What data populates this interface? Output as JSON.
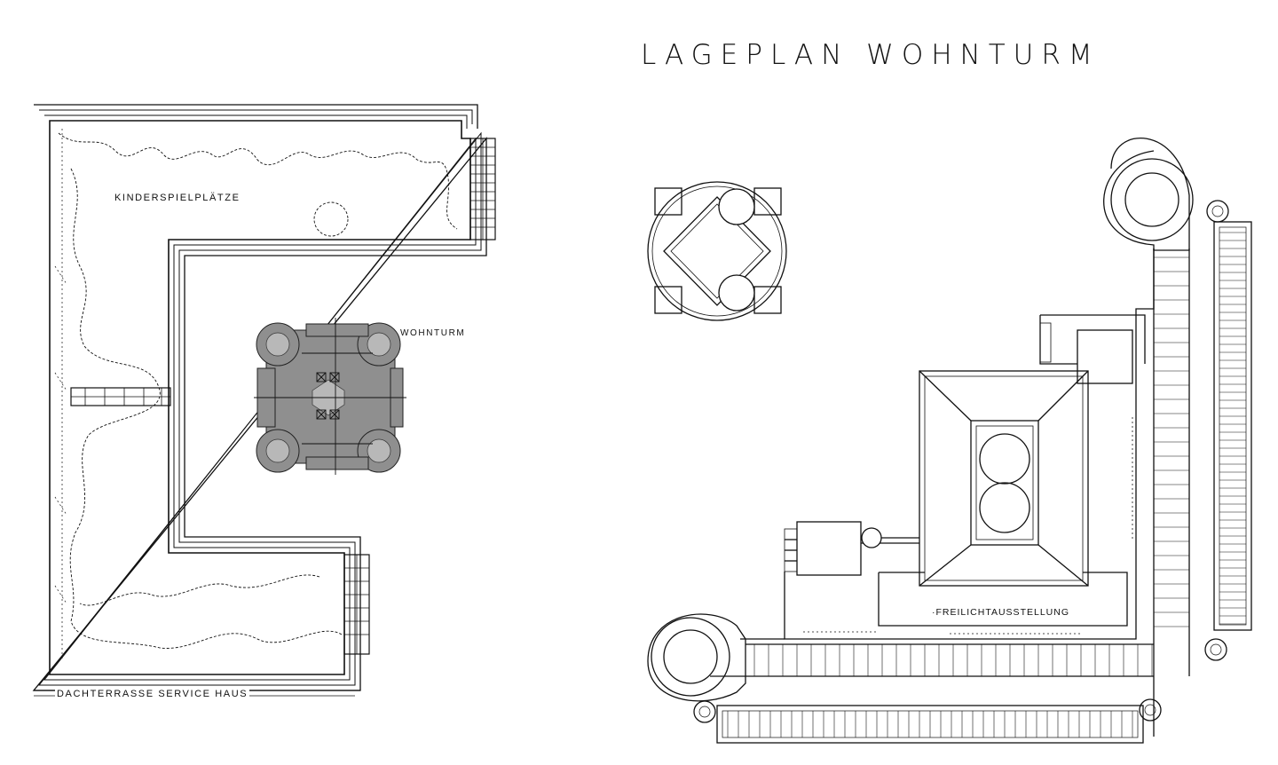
{
  "title": "LAGEPLAN WOHNTURM",
  "labels": {
    "playgrounds": "KINDERSPIELPLÄTZE",
    "tower": "WOHNTURM",
    "roof_terrace": "DACHTERRASSE SERVICE HAUS",
    "exhibition": "·FREILICHTAUSSTELLUNG"
  },
  "colors": {
    "ink": "#111111",
    "tower_fill": "#8f8f8f",
    "tower_light": "#b8b8b8",
    "paper": "#ffffff"
  }
}
